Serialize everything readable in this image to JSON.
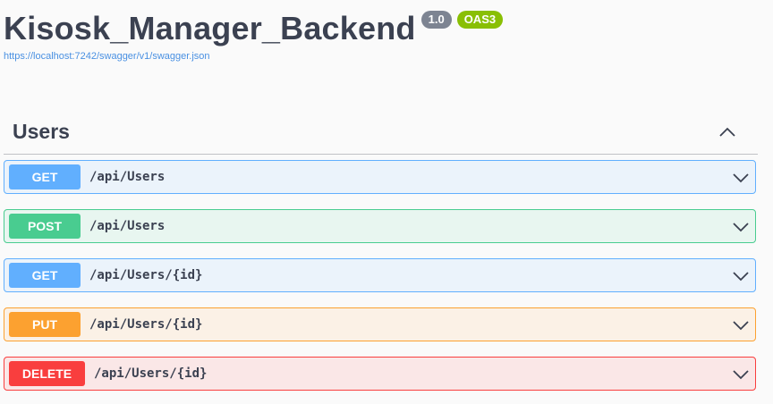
{
  "header": {
    "title": "Kisosk_Manager_Backend",
    "version_badge": "1.0",
    "spec_badge": "OAS3",
    "spec_url": "https://localhost:7242/swagger/v1/swagger.json"
  },
  "tag": {
    "name": "Users"
  },
  "operations": [
    {
      "method": "GET",
      "path": "/api/Users"
    },
    {
      "method": "POST",
      "path": "/api/Users"
    },
    {
      "method": "GET",
      "path": "/api/Users/{id}"
    },
    {
      "method": "PUT",
      "path": "/api/Users/{id}"
    },
    {
      "method": "DELETE",
      "path": "/api/Users/{id}"
    }
  ],
  "colors": {
    "get": "#61affe",
    "post": "#49cc90",
    "put": "#fca130",
    "delete": "#f93e3e",
    "link": "#4990e2"
  },
  "icons": {
    "collapse": "chevron-up-icon",
    "expand": "chevron-down-icon"
  }
}
